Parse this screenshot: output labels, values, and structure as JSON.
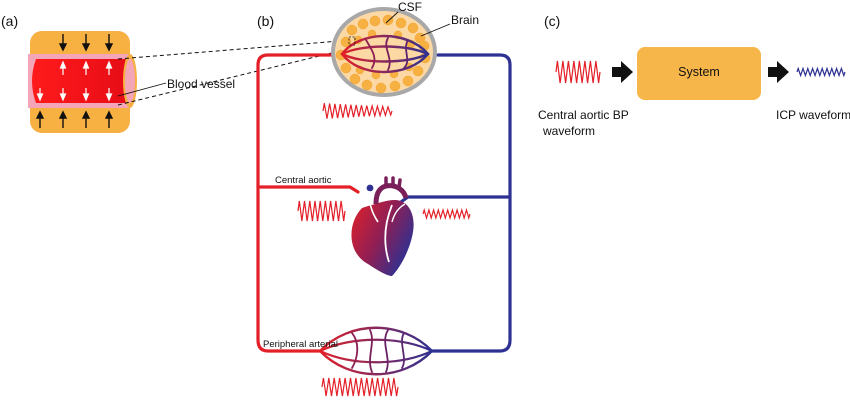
{
  "panels": {
    "a": "(a)",
    "b": "(b)",
    "c": "(c)"
  },
  "labels": {
    "blood_vessel": "Blood vessel",
    "csf": "CSF",
    "brain": "Brain",
    "central_aortic": "Central aortic",
    "peripheral_arterial": "Peripheral arterial",
    "system": "System",
    "input_line1": "Central aortic BP",
    "input_line2": "waveform",
    "output": "ICP waveform"
  },
  "colors": {
    "artery_red": "#e32028",
    "vein_blue": "#2e3192",
    "vessel_purple": "#7b1f5a",
    "tissue_orange": "#f7b042",
    "system_box": "#f7b649",
    "skull_gray": "#a8a8a8",
    "vessel_wall_pink": "#f4a6b8"
  },
  "icons": {
    "arrow_in": "right-arrow-icon",
    "arrow_out": "right-arrow-icon",
    "heart": "heart-icon",
    "brain": "brain-icon"
  }
}
